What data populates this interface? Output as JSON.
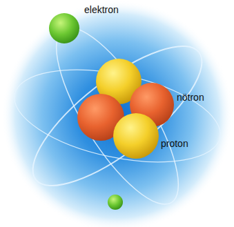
{
  "diagram": {
    "labels": [
      "elektron",
      "nötron",
      "proton"
    ]
  }
}
